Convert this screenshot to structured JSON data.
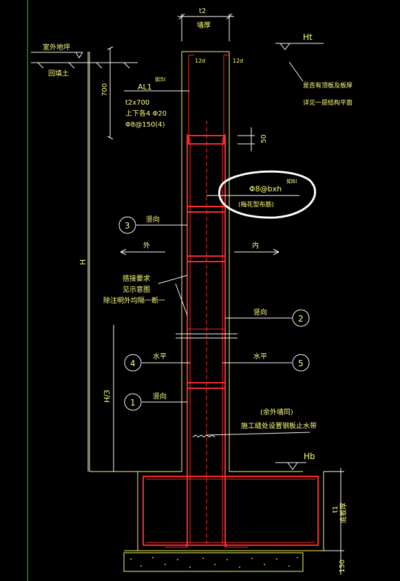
{
  "labels": {
    "wall_thickness_dim": "t2",
    "wall_thickness": "墙厚",
    "top_elev": "Ht",
    "bottom_elev": "Hb",
    "outdoor_ground": "室外地坪",
    "backfill": "回填土",
    "beam_ref": "如5l",
    "beam_name": "AL1",
    "beam_size": "t2x700",
    "beam_rebar_topbot": "上下各4 Φ20",
    "beam_stirrup": "Φ8@150(4)",
    "height_700": "700",
    "dim_50": "50",
    "lap_12d_left": "12d",
    "lap_12d_right": "12d",
    "slab_note_1": "是否有顶板及板厚",
    "slab_note_2": "详见一层结构平面",
    "tie_ref": "如6l",
    "tie_spec": "Φ8@bxh",
    "tie_layout": "(梅花型布筋)",
    "vertical_3": "竖向",
    "outer": "外",
    "inner": "内",
    "lap_note_1": "搭接要求",
    "lap_note_2": "见示意图",
    "lap_note_3": "除注明外均隔一断一",
    "vertical_2": "竖向",
    "horizontal_4": "水平",
    "horizontal_5": "水平",
    "vertical_1": "竖向",
    "H": "H",
    "H3": "H/3",
    "outer_wall_note": "(余外墙同)",
    "waterstop_note": "施工缝处设置钢板止水带",
    "slab_thickness_dim": "t1",
    "slab_thickness": "底板厚",
    "dim_150": "150",
    "circles": [
      "1",
      "2",
      "3",
      "4",
      "5"
    ]
  },
  "colors": {
    "background": "#000000",
    "concrete": "#ffff66",
    "rebar": "#ff2a2a",
    "dimension": "#ffffff",
    "text": "#ffff80",
    "annotation_circle": "#ffffff"
  }
}
